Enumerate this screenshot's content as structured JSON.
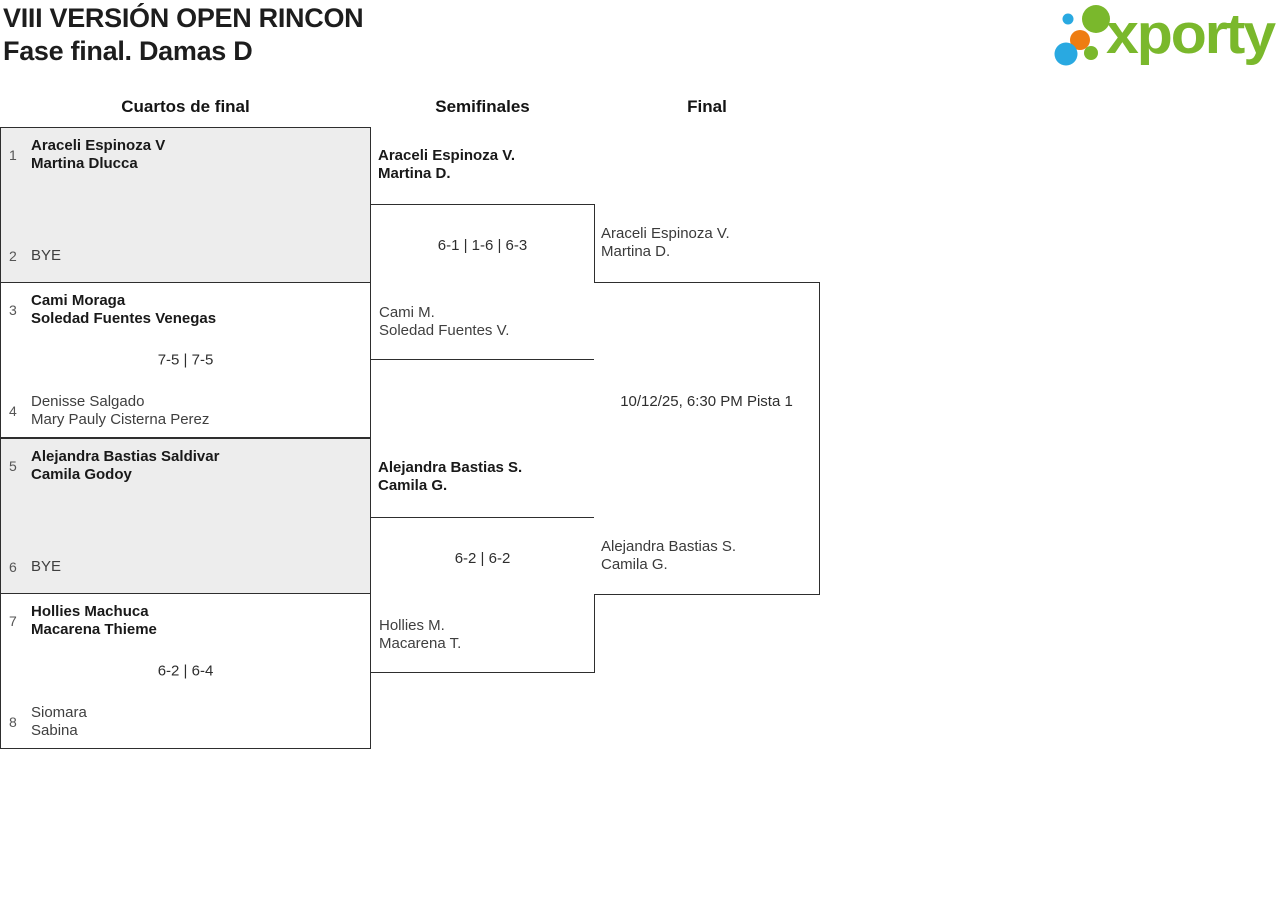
{
  "header": {
    "title_line1": "VIII VERSIÓN OPEN RINCON",
    "title_line2": "Fase final. Damas D"
  },
  "logo": {
    "brand": "xporty",
    "colors": {
      "green": "#7ab82c",
      "blue": "#29a9e1",
      "orange": "#ee7d11"
    }
  },
  "round_headers": {
    "quarterfinals": "Cuartos de final",
    "semifinals": "Semifinales",
    "final": "Final"
  },
  "colors": {
    "box_alt_background": "#ededed",
    "border": "#2e2e2e"
  },
  "quarterfinals": [
    {
      "seed_top": "1",
      "team_top": {
        "line1": "Araceli Espinoza V",
        "line2": "Martina Dlucca",
        "winner": true
      },
      "score": "",
      "seed_bottom": "2",
      "team_bottom": {
        "line1": "BYE",
        "line2": "",
        "winner": false
      }
    },
    {
      "seed_top": "3",
      "team_top": {
        "line1": "Cami Moraga",
        "line2": "Soledad Fuentes Venegas",
        "winner": true
      },
      "score": "7-5 | 7-5",
      "seed_bottom": "4",
      "team_bottom": {
        "line1": "Denisse Salgado",
        "line2": "Mary Pauly Cisterna Perez",
        "winner": false
      }
    },
    {
      "seed_top": "5",
      "team_top": {
        "line1": "Alejandra Bastias Saldivar",
        "line2": "Camila Godoy",
        "winner": true
      },
      "score": "",
      "seed_bottom": "6",
      "team_bottom": {
        "line1": "BYE",
        "line2": "",
        "winner": false
      }
    },
    {
      "seed_top": "7",
      "team_top": {
        "line1": "Hollies Machuca",
        "line2": "Macarena Thieme",
        "winner": true
      },
      "score": "6-2 | 6-4",
      "seed_bottom": "8",
      "team_bottom": {
        "line1": "Siomara",
        "line2": "Sabina",
        "winner": false
      }
    }
  ],
  "semifinals": [
    {
      "team_top": {
        "line1": "Araceli Espinoza V.",
        "line2": "Martina D.",
        "winner": true
      },
      "score": "6-1 | 1-6 | 6-3",
      "team_bottom": {
        "line1": "Cami M.",
        "line2": "Soledad Fuentes V.",
        "winner": false
      }
    },
    {
      "team_top": {
        "line1": "Alejandra Bastias S.",
        "line2": "Camila G.",
        "winner": true
      },
      "score": "6-2 | 6-2",
      "team_bottom": {
        "line1": "Hollies M.",
        "line2": "Macarena T.",
        "winner": false
      }
    }
  ],
  "final": {
    "team_top": {
      "line1": "Araceli Espinoza V.",
      "line2": "Martina D."
    },
    "schedule": "10/12/25, 6:30 PM Pista 1",
    "team_bottom": {
      "line1": "Alejandra Bastias S.",
      "line2": "Camila G."
    }
  }
}
